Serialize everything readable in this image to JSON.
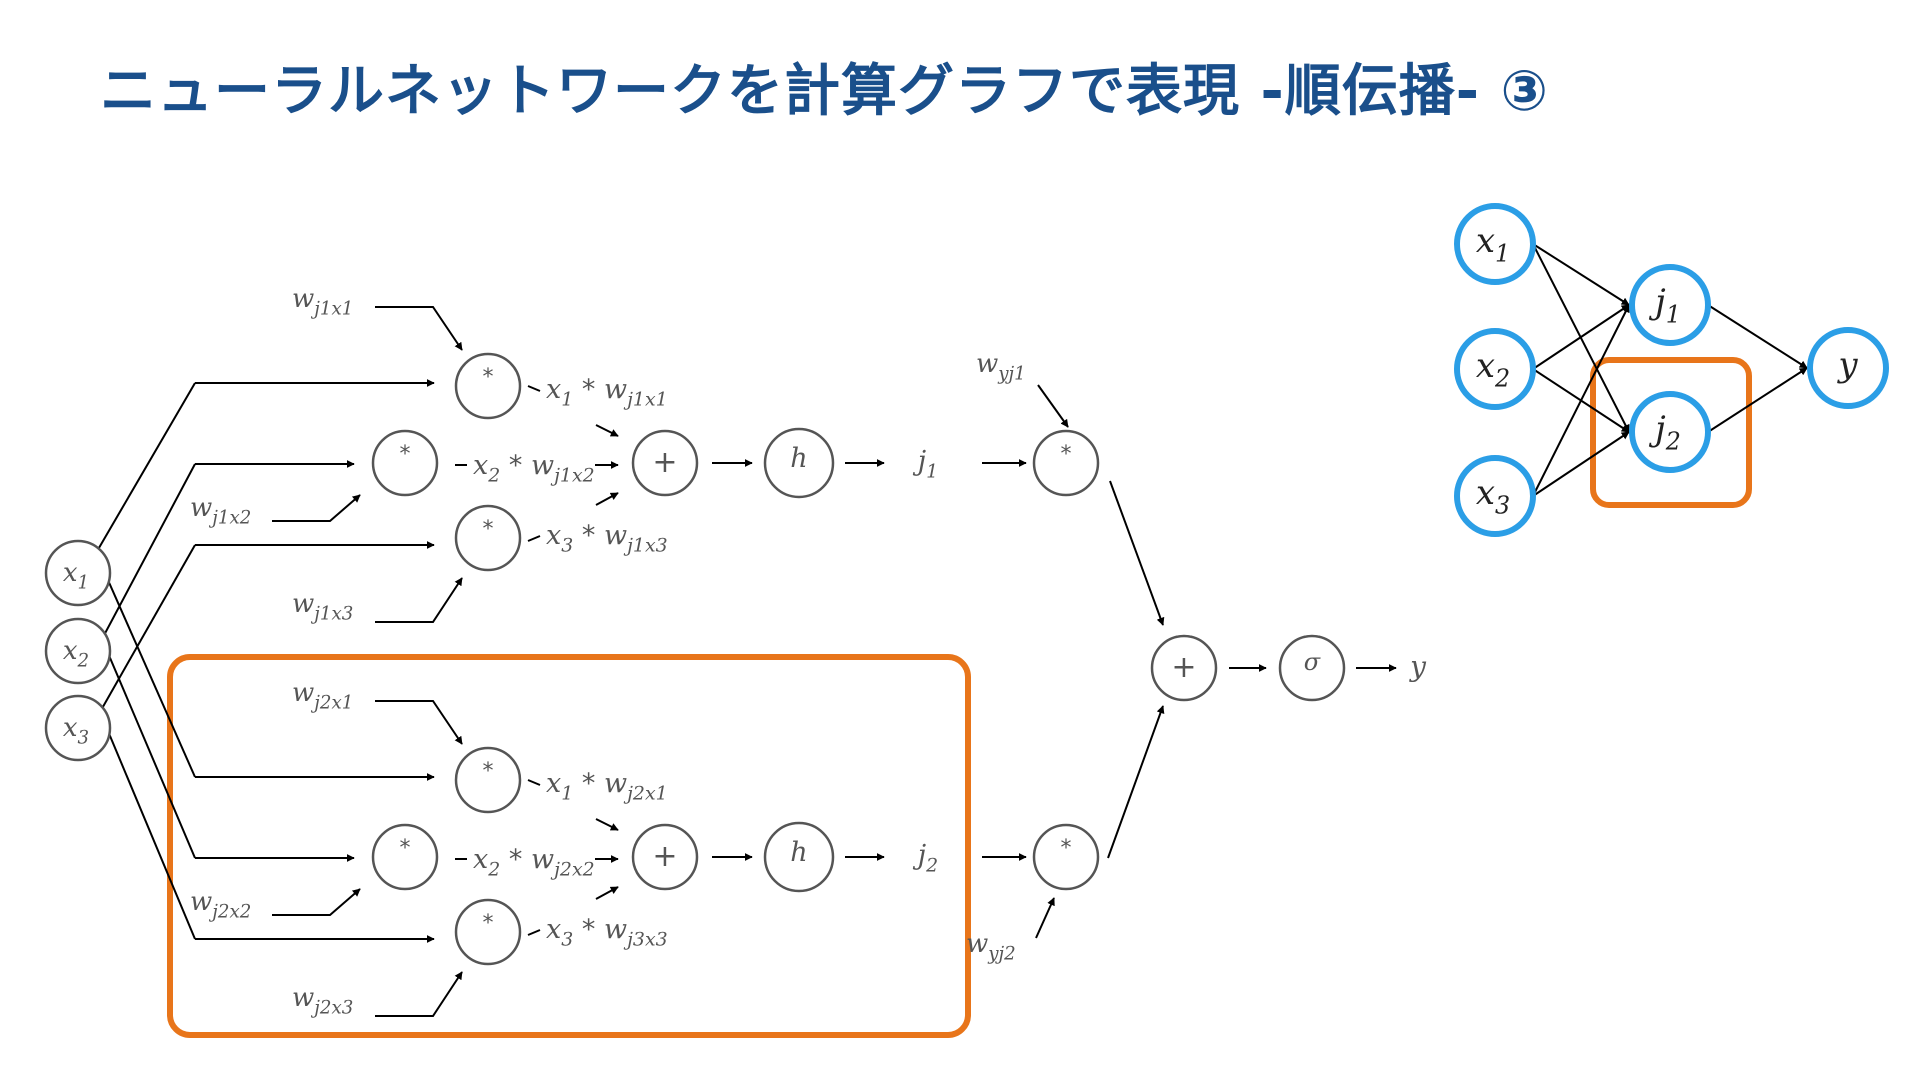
{
  "title": "ニューラルネットワークを計算グラフで表現 -順伝播- ③",
  "colors": {
    "title": "#1a4f8b",
    "highlight": "#e8751a",
    "small_node_border": "#2b9ee6",
    "node_border": "#555555",
    "edge": "#000000"
  },
  "large_graph": {
    "inputs": [
      {
        "base": "x",
        "sub": "1"
      },
      {
        "base": "x",
        "sub": "2"
      },
      {
        "base": "x",
        "sub": "3"
      }
    ],
    "mult_symbol": "*",
    "add_symbol": "+",
    "activation": "h",
    "output_activation": "σ",
    "output": "y",
    "j1_block": {
      "weights": [
        {
          "base": "w",
          "sub": "j1x1"
        },
        {
          "base": "w",
          "sub": "j1x2"
        },
        {
          "base": "w",
          "sub": "j1x3"
        }
      ],
      "products": [
        {
          "x": "1",
          "w": "j1x1"
        },
        {
          "x": "2",
          "w": "j1x2"
        },
        {
          "x": "3",
          "w": "j1x3"
        }
      ],
      "hidden": {
        "base": "j",
        "sub": "1"
      },
      "out_weight": {
        "base": "w",
        "sub": "yj1"
      }
    },
    "j2_block": {
      "weights": [
        {
          "base": "w",
          "sub": "j2x1"
        },
        {
          "base": "w",
          "sub": "j2x2"
        },
        {
          "base": "w",
          "sub": "j2x3"
        }
      ],
      "products": [
        {
          "x": "1",
          "w": "j2x1"
        },
        {
          "x": "2",
          "w": "j2x2"
        },
        {
          "x": "3",
          "w": "j3x3"
        }
      ],
      "hidden": {
        "base": "j",
        "sub": "2"
      },
      "out_weight": {
        "base": "w",
        "sub": "yj2"
      }
    }
  },
  "small_network": {
    "inputs": [
      {
        "base": "x",
        "sub": "1"
      },
      {
        "base": "x",
        "sub": "2"
      },
      {
        "base": "x",
        "sub": "3"
      }
    ],
    "hidden": [
      {
        "base": "j",
        "sub": "1"
      },
      {
        "base": "j",
        "sub": "2"
      }
    ],
    "output": {
      "base": "y",
      "sub": ""
    }
  }
}
